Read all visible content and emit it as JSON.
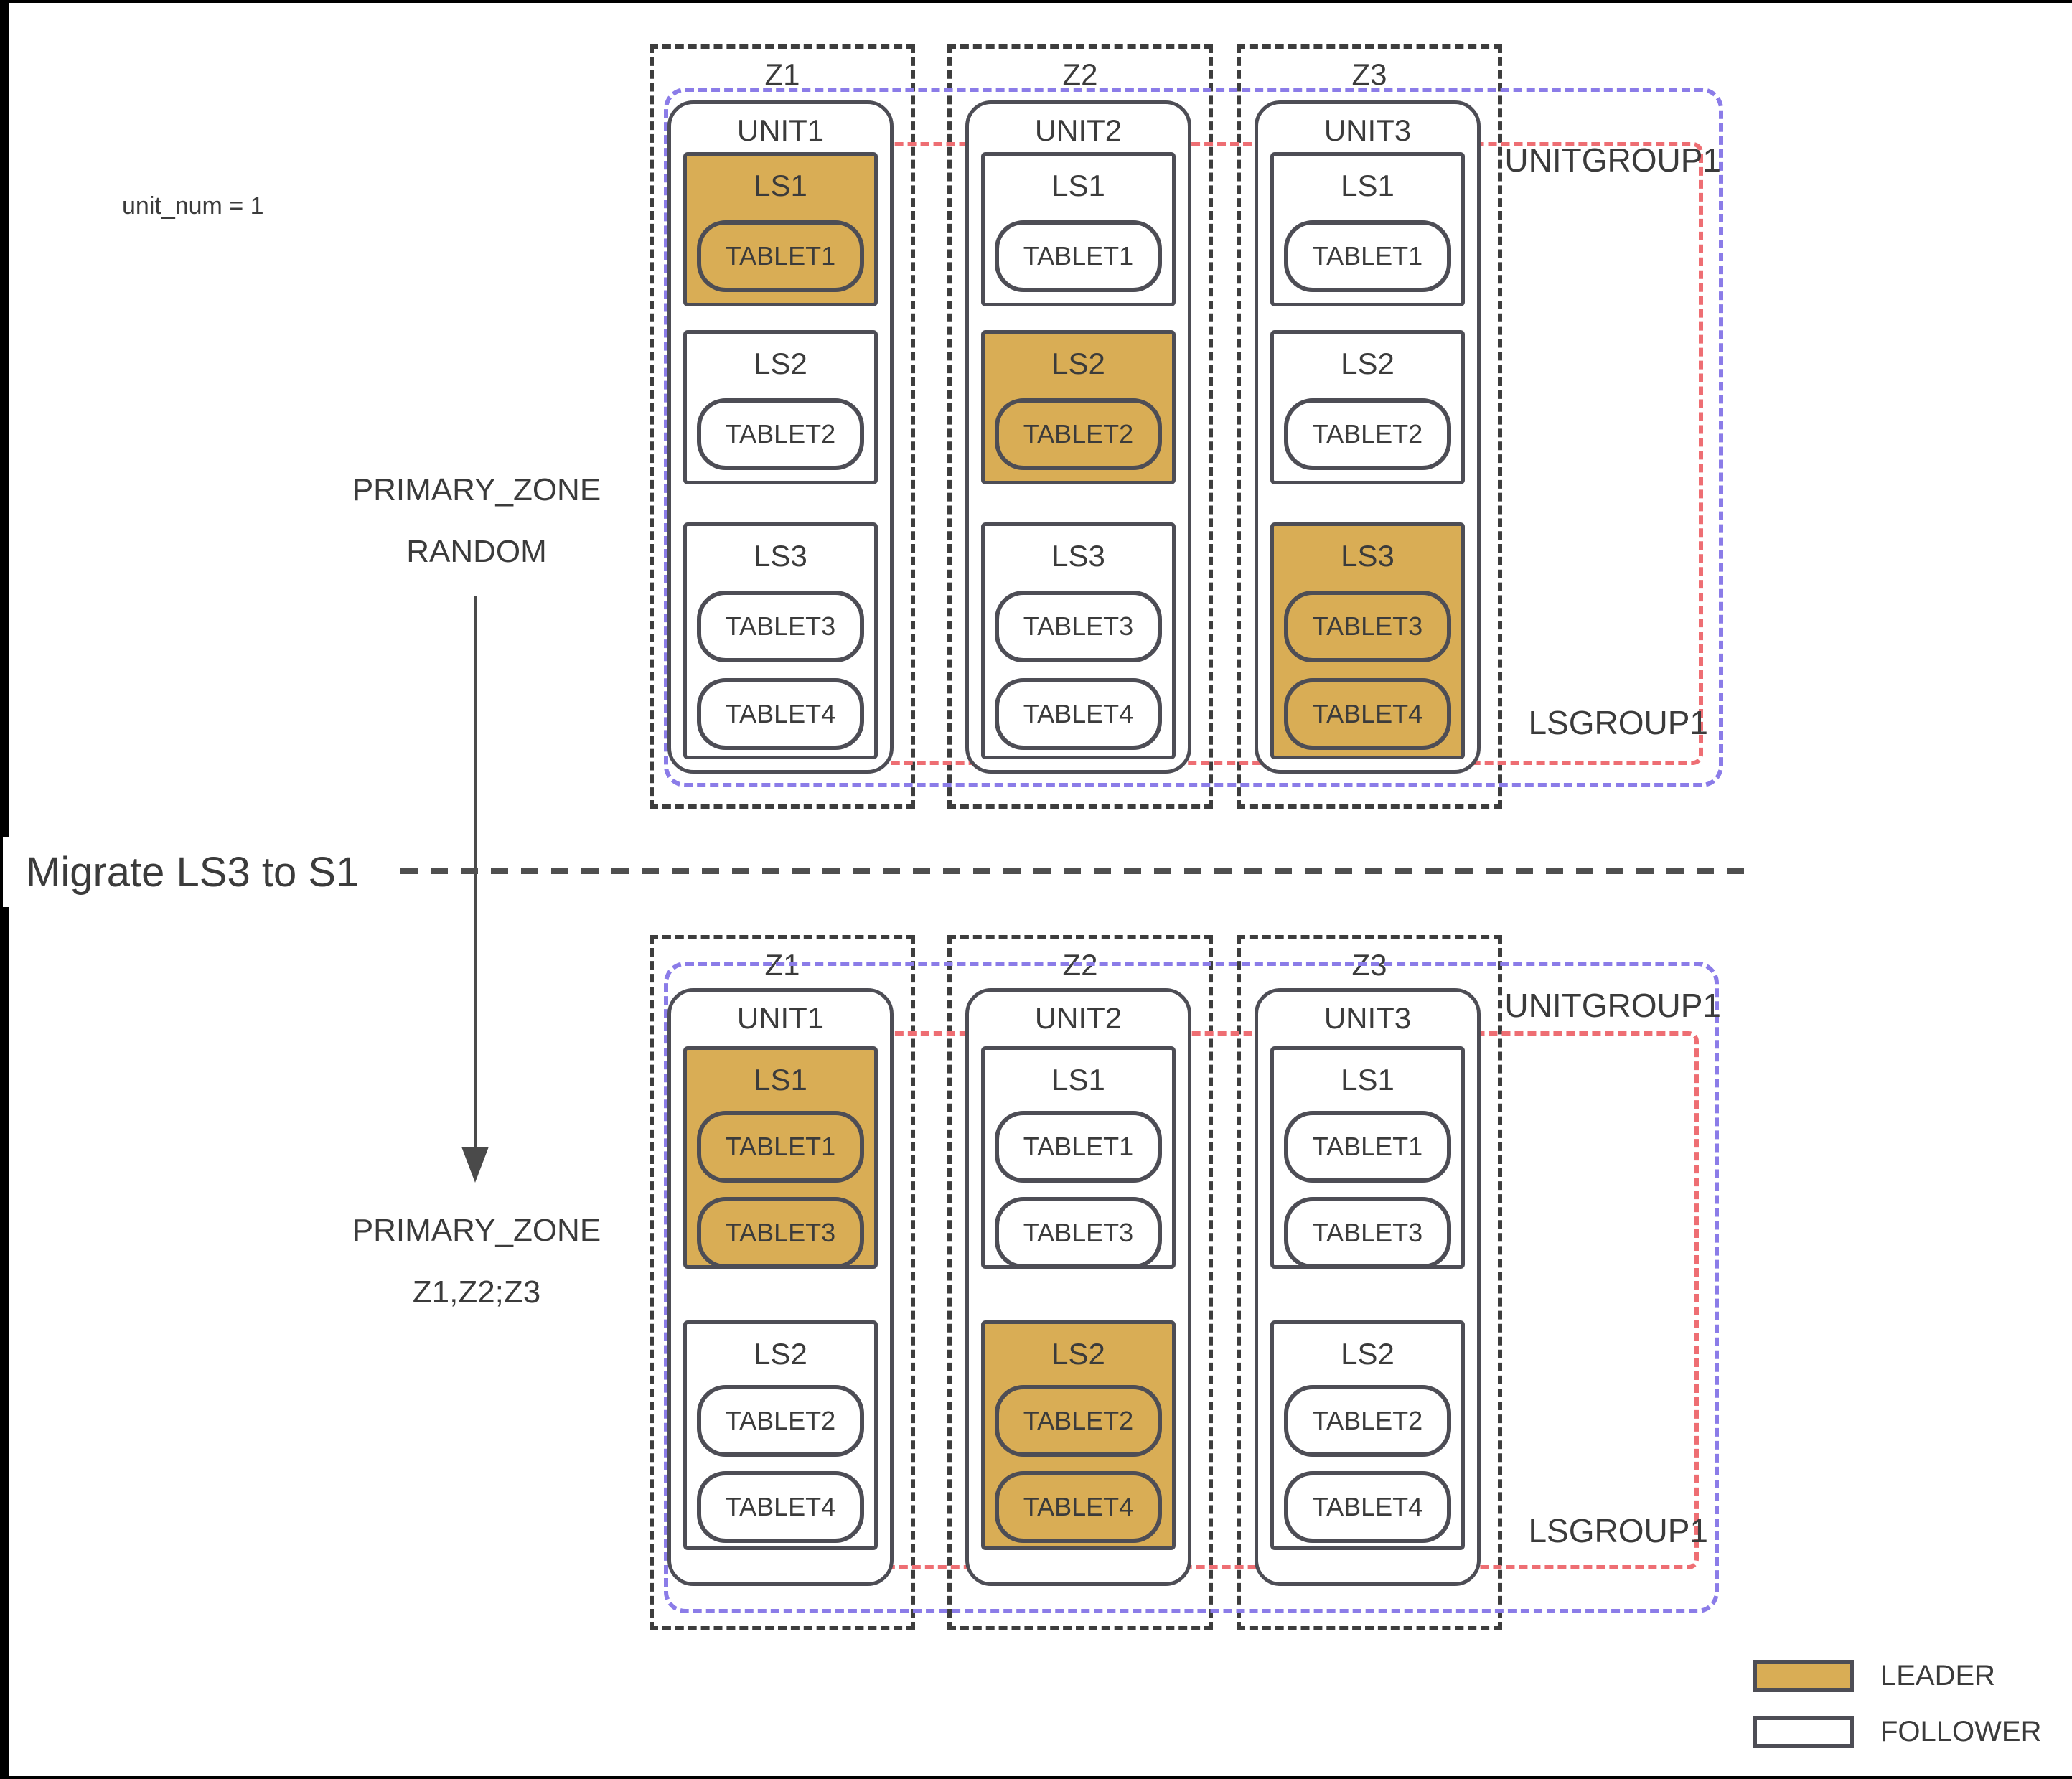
{
  "colors": {
    "leader": "#d9ad55",
    "stroke": "#4d4d55",
    "zone-dash": "#3d3d3d",
    "ug-dash": "#8b7ce8",
    "lsg-dash": "#ee6e73",
    "text": "#3b3b3b"
  },
  "labels": {
    "unit_num": "unit_num = 1",
    "primary_zone_top_line1": "PRIMARY_ZONE",
    "primary_zone_top_line2": "RANDOM",
    "primary_zone_bottom_line1": "PRIMARY_ZONE",
    "primary_zone_bottom_line2": "Z1,Z2;Z3",
    "migrate": "Migrate LS3 to S1"
  },
  "legend": {
    "leader": "LEADER",
    "follower": "FOLLOWER"
  },
  "before": {
    "unitgroup": "UNITGROUP1",
    "lsgroup": "LSGROUP1",
    "zones": [
      {
        "zone": "Z1",
        "unit": "UNIT1",
        "ls": [
          {
            "name": "LS1",
            "role": "leader",
            "tablets": [
              "TABLET1"
            ]
          },
          {
            "name": "LS2",
            "role": "follower",
            "tablets": [
              "TABLET2"
            ]
          },
          {
            "name": "LS3",
            "role": "follower",
            "tablets": [
              "TABLET3",
              "TABLET4"
            ]
          }
        ]
      },
      {
        "zone": "Z2",
        "unit": "UNIT2",
        "ls": [
          {
            "name": "LS1",
            "role": "follower",
            "tablets": [
              "TABLET1"
            ]
          },
          {
            "name": "LS2",
            "role": "leader",
            "tablets": [
              "TABLET2"
            ]
          },
          {
            "name": "LS3",
            "role": "follower",
            "tablets": [
              "TABLET3",
              "TABLET4"
            ]
          }
        ]
      },
      {
        "zone": "Z3",
        "unit": "UNIT3",
        "ls": [
          {
            "name": "LS1",
            "role": "follower",
            "tablets": [
              "TABLET1"
            ]
          },
          {
            "name": "LS2",
            "role": "follower",
            "tablets": [
              "TABLET2"
            ]
          },
          {
            "name": "LS3",
            "role": "leader",
            "tablets": [
              "TABLET3",
              "TABLET4"
            ]
          }
        ]
      }
    ]
  },
  "after": {
    "unitgroup": "UNITGROUP1",
    "lsgroup": "LSGROUP1",
    "zones": [
      {
        "zone": "Z1",
        "unit": "UNIT1",
        "ls": [
          {
            "name": "LS1",
            "role": "leader",
            "tablets": [
              "TABLET1",
              "TABLET3"
            ]
          },
          {
            "name": "LS2",
            "role": "follower",
            "tablets": [
              "TABLET2",
              "TABLET4"
            ]
          }
        ]
      },
      {
        "zone": "Z2",
        "unit": "UNIT2",
        "ls": [
          {
            "name": "LS1",
            "role": "follower",
            "tablets": [
              "TABLET1",
              "TABLET3"
            ]
          },
          {
            "name": "LS2",
            "role": "leader",
            "tablets": [
              "TABLET2",
              "TABLET4"
            ]
          }
        ]
      },
      {
        "zone": "Z3",
        "unit": "UNIT3",
        "ls": [
          {
            "name": "LS1",
            "role": "follower",
            "tablets": [
              "TABLET1",
              "TABLET3"
            ]
          },
          {
            "name": "LS2",
            "role": "follower",
            "tablets": [
              "TABLET2",
              "TABLET4"
            ]
          }
        ]
      }
    ]
  }
}
